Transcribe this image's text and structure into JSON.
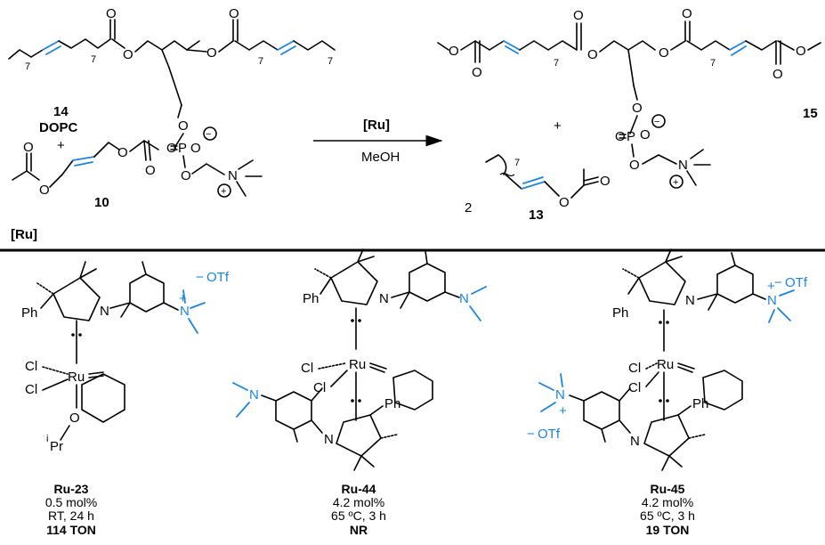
{
  "reaction": {
    "substrate_number": "14",
    "substrate_name": "DOPC",
    "reagent_number": "10",
    "product_number": "15",
    "byproduct_number": "13",
    "byproduct_coefficient": "2",
    "plus_1": "+",
    "plus_2": "+",
    "catalyst_label": "[Ru]",
    "solvent": "MeOH",
    "section_label": "[Ru]",
    "chain_subscript": "7"
  },
  "atoms": {
    "O": "O",
    "P": "P",
    "N": "N",
    "Cl": "Cl",
    "Ru": "Ru",
    "Ph": "Ph",
    "iPr_sup": "i",
    "iPr": "Pr",
    "OTf": "OTf",
    "minus": "−",
    "plus": "+"
  },
  "catalysts": [
    {
      "name": "Ru-23",
      "loading": "0.5 mol%",
      "conditions": "RT, 24 h",
      "result": "114 TON"
    },
    {
      "name": "Ru-44",
      "loading": "4.2 mol%",
      "conditions": "65 ºC, 3 h",
      "result": "NR"
    },
    {
      "name": "Ru-45",
      "loading": "4.2 mol%",
      "conditions": "65 ºC, 3 h",
      "result": "19 TON"
    }
  ],
  "colors": {
    "highlight": "#1a85e0",
    "line": "#000000"
  }
}
